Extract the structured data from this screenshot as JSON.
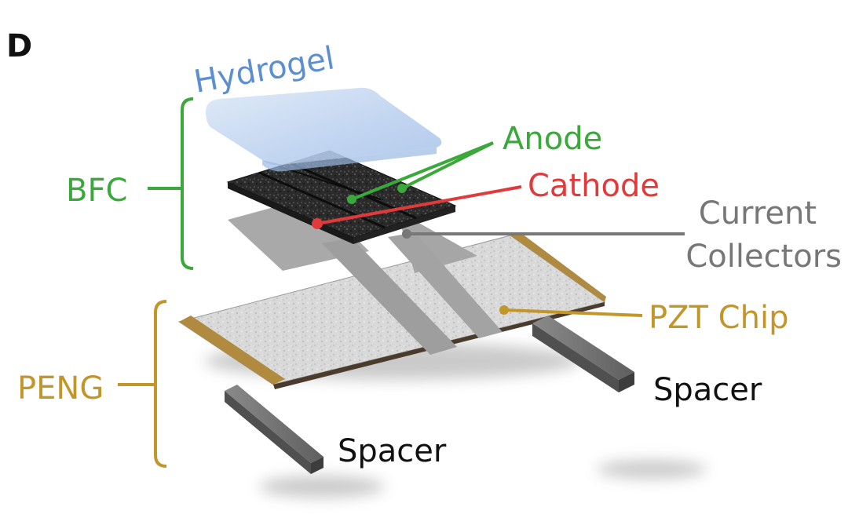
{
  "panel_letter": "D",
  "labels": {
    "hydrogel": "Hydrogel",
    "anode": "Anode",
    "cathode": "Cathode",
    "current_collectors_line1": "Current",
    "current_collectors_line2": "Collectors",
    "bfc": "BFC",
    "pzt_chip": "PZT Chip",
    "peng": "PENG",
    "spacer_right": "Spacer",
    "spacer_left": "Spacer"
  },
  "colors": {
    "hydrogel": "#5b8fd0",
    "anode": "#3aa83a",
    "cathode": "#e03a3a",
    "current_collectors": "#777777",
    "bfc": "#3aa83a",
    "pzt_chip": "#c3962c",
    "peng": "#c3962c",
    "spacer": "#111111"
  }
}
